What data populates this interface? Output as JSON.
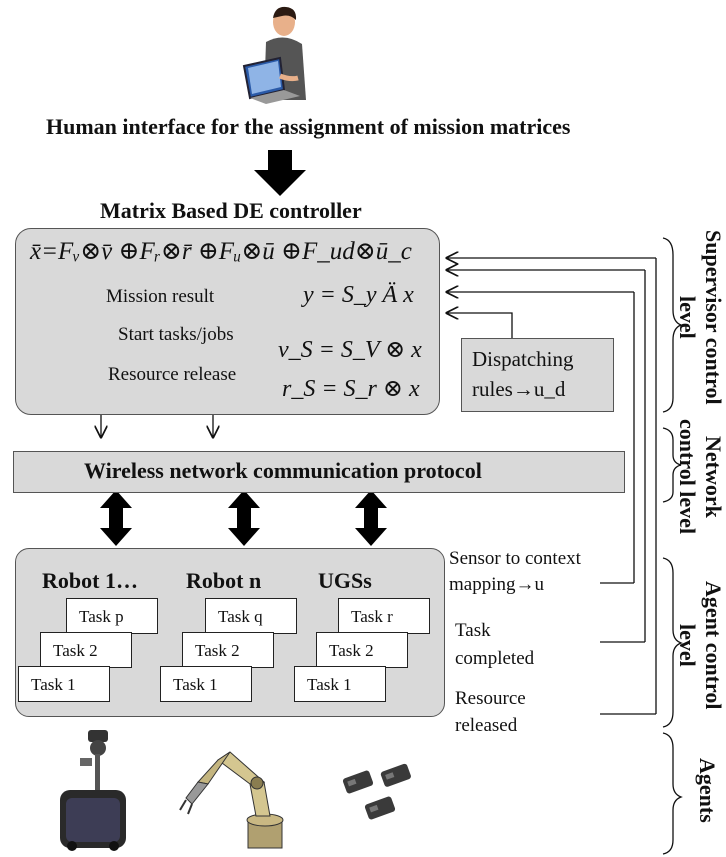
{
  "human_interface_title": "Human interface for the assignment of mission matrices",
  "controller_title": "Matrix Based DE controller",
  "controller": {
    "state_equation": "x̄=Fᵥ⊗v̄ ⊕Fᵣ⊗r̄ ⊕Fᵤ⊗ū ⊕F_ud⊗ū_c",
    "mission_result_label": "Mission result",
    "mission_result_eq": "y = S_y Ä x",
    "start_tasks_label": "Start tasks/jobs",
    "start_tasks_eq": "v_S = S_V ⊗ x",
    "resource_release_label": "Resource release",
    "resource_release_eq": "r_S = S_r ⊗ x",
    "dispatching_line1": "Dispatching",
    "dispatching_line2": "rules→u_d"
  },
  "network_protocol": "Wireless network communication protocol",
  "agents_group": {
    "robots": [
      {
        "name": "Robot 1…",
        "tasks": [
          "Task  p",
          "Task 2",
          "Task 1"
        ]
      },
      {
        "name": "Robot n",
        "tasks": [
          "Task  q",
          "Task 2",
          "Task 1"
        ]
      },
      {
        "name": "UGSs",
        "tasks": [
          "Task  r",
          "Task 2",
          "Task 1"
        ]
      }
    ]
  },
  "feedback_labels": {
    "sensor_line1": "Sensor to context",
    "sensor_line2": "mapping→u",
    "task_completed_line1": "Task",
    "task_completed_line2": "completed",
    "resource_released_line1": "Resource",
    "resource_released_line2": "released"
  },
  "levels": {
    "supervisor": "Supervisor control level",
    "network": "Network control level",
    "agent": "Agent control level",
    "agents": "Agents"
  },
  "icons": [
    "person-laptop-icon",
    "mobile-robot-icon",
    "robot-arm-icon",
    "ground-sensors-icon"
  ]
}
